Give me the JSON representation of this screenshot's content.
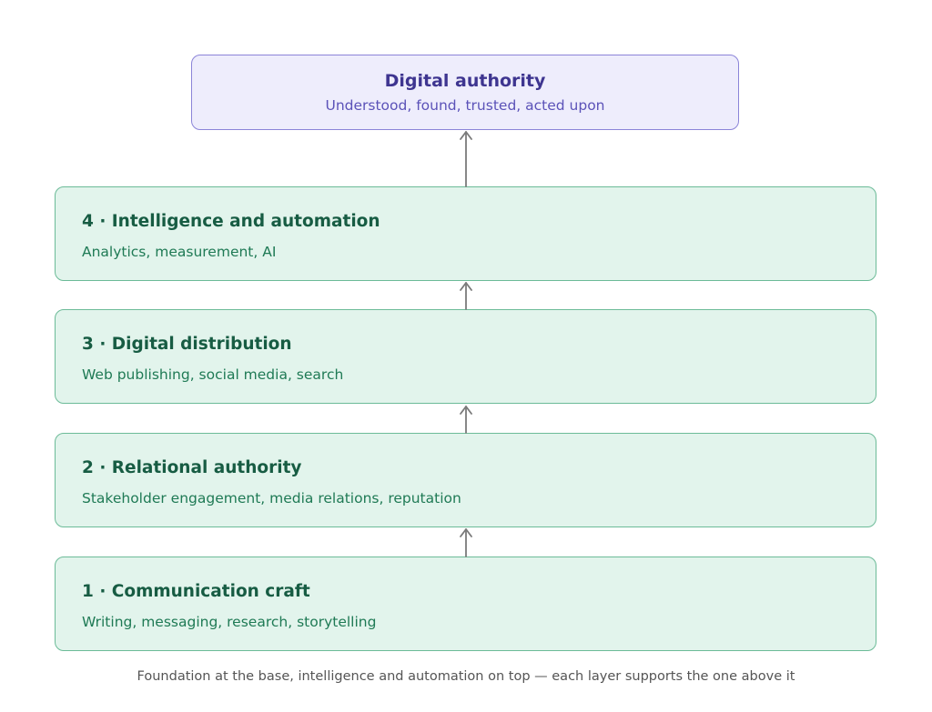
{
  "apex": {
    "title": "Digital authority",
    "subtitle": "Understood, found, trusted, acted upon"
  },
  "layers": [
    {
      "title": "4 · Intelligence and automation",
      "description": "Analytics, measurement, AI"
    },
    {
      "title": "3 · Digital distribution",
      "description": "Web publishing, social media, search"
    },
    {
      "title": "2 · Relational authority",
      "description": "Stakeholder engagement, media relations, reputation"
    },
    {
      "title": "1 · Communication craft",
      "description": "Writing, messaging, research, storytelling"
    }
  ],
  "caption": "Foundation at the base, intelligence and automation on top — each layer supports the one above it",
  "colors": {
    "apex_fill": "#eeedfc",
    "apex_border": "#8b84d8",
    "apex_text": "#3e3590",
    "layer_fill": "#e2f4ec",
    "layer_border": "#6cbb98",
    "layer_title": "#175c43",
    "layer_text": "#1f7a55",
    "arrow": "#7a7a7a"
  }
}
